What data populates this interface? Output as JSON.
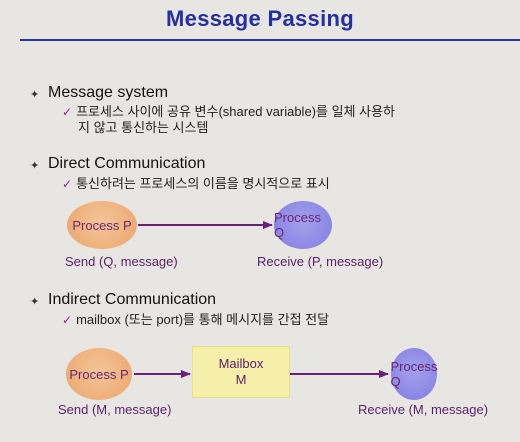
{
  "title": "Message Passing",
  "sections": {
    "message_system": {
      "heading": "Message system",
      "detail_line1": "프로세스 사이에 공유 변수(shared variable)를 일체 사용하",
      "detail_line2": "지 않고 통신하는 시스템"
    },
    "direct": {
      "heading": "Direct Communication",
      "detail": "통신하려는 프로세스의 이름을 명시적으로 표시",
      "sender": {
        "label": "Process P",
        "caption": "Send (Q, message)"
      },
      "receiver": {
        "label": "Process Q",
        "caption": "Receive (P, message)"
      }
    },
    "indirect": {
      "heading": "Indirect Communication",
      "detail": "mailbox (또는 port)를 통해 메시지를 간접 전달",
      "sender": {
        "label": "Process P",
        "caption": "Send (M, message)"
      },
      "mailbox": {
        "line1": "Mailbox",
        "line2": "M"
      },
      "receiver": {
        "label": "Process Q",
        "caption": "Receive (M, message)"
      }
    }
  },
  "icons": {
    "bullet": "diamond-bullet-icon",
    "check": "checkmark-icon",
    "arrow": "arrow-right-icon"
  },
  "colors": {
    "title": "#2430a0",
    "process_p": "#efb27d",
    "process_q": "#8f8be6",
    "mailbox": "#f6efaa",
    "arrow": "#6a1f78"
  }
}
